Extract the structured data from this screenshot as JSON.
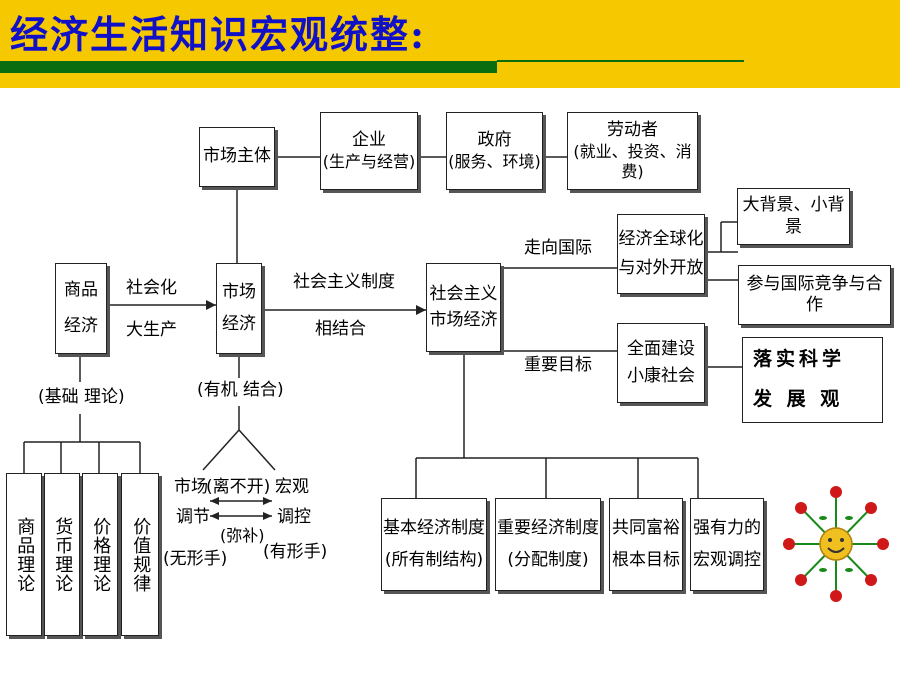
{
  "title": "经济生活知识宏观统整:",
  "nodes": {
    "market_subject": "市场主体",
    "enterprise": [
      "企业",
      "(生产与经营)"
    ],
    "government": [
      "政府",
      "(服务、环境)"
    ],
    "laborer": [
      "劳动者",
      "(就业、投资、消费)"
    ],
    "commodity_economy": [
      "商品",
      "经济"
    ],
    "market_economy": [
      "市场",
      "经济"
    ],
    "socialist_market_economy": [
      "社会主义",
      "市场经济"
    ],
    "globalization": [
      "经济全球化",
      "与对外开放"
    ],
    "big_small_background": "大背景、小背景",
    "international_competition": "参与国际竞争与合作",
    "xiaokang": [
      "全面建设",
      "小康社会"
    ],
    "scientific_development": [
      "落实科学",
      "发 展 观"
    ],
    "basic_system": [
      "基本经济制度",
      "(所有制结构)"
    ],
    "distribution_system": [
      "重要经济制度",
      "(分配制度)"
    ],
    "common_prosperity": [
      "共同富裕",
      "根本目标"
    ],
    "macro_control": [
      "强有力的",
      "宏观调控"
    ],
    "commodity_theory": "商品理论",
    "currency_theory": "货币理论",
    "price_theory": "价格理论",
    "value_law": "价值规律"
  },
  "labels": {
    "socialization": "社会化",
    "mass_production": "大生产",
    "socialist_system": "社会主义制度",
    "combined": "相结合",
    "go_international": "走向国际",
    "important_goal": "重要目标",
    "basic_theory": "(基础 理论)",
    "organic_combination": "(有机 结合)",
    "market_regulation": [
      "市场",
      "调节"
    ],
    "inseparable": "(离不开)",
    "macro_regulation": [
      "宏观",
      "调控"
    ],
    "complement": "(弥补)",
    "invisible_hand": "(无形手)",
    "visible_hand": "(有形手)"
  },
  "colors": {
    "header_band": "#f5c800",
    "title_text": "#1010c8",
    "title_bar": "#0a6e10",
    "flower_petal": "#d01818",
    "flower_leaf": "#1a8a1a",
    "smiley": "#f0c020"
  },
  "icons": [
    "smiley-flower-icon"
  ]
}
